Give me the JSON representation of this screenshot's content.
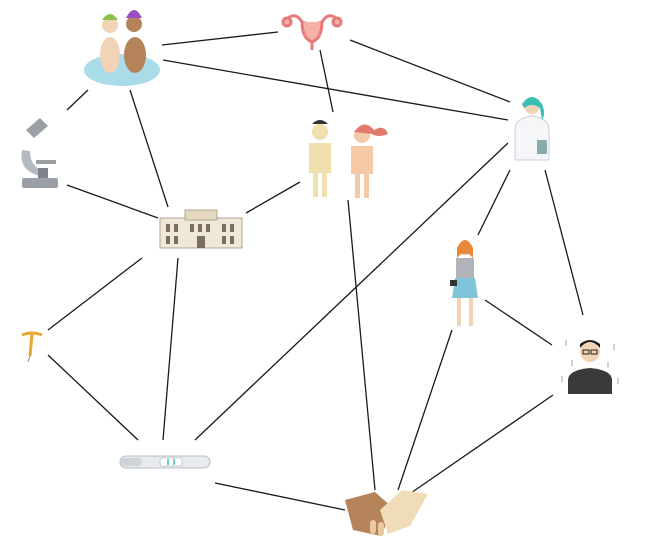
{
  "diagram": {
    "nodes": [
      {
        "id": "couple",
        "icon": "couple-embracing-icon"
      },
      {
        "id": "uterus",
        "icon": "uterus-icon"
      },
      {
        "id": "doctor",
        "icon": "doctor-icon"
      },
      {
        "id": "microscope",
        "icon": "microscope-icon"
      },
      {
        "id": "naked-couple",
        "icon": "naked-couple-icon"
      },
      {
        "id": "building",
        "icon": "institution-building-icon"
      },
      {
        "id": "woman",
        "icon": "woman-icon"
      },
      {
        "id": "iud",
        "icon": "iud-icon"
      },
      {
        "id": "sad-man",
        "icon": "sad-man-icon"
      },
      {
        "id": "pregnancy-test",
        "icon": "pregnancy-test-icon"
      },
      {
        "id": "handshake",
        "icon": "handshake-icon"
      }
    ],
    "edges": [
      [
        "couple",
        "uterus"
      ],
      [
        "couple",
        "doctor"
      ],
      [
        "uterus",
        "doctor"
      ],
      [
        "uterus",
        "naked-couple"
      ],
      [
        "couple",
        "microscope"
      ],
      [
        "couple",
        "building"
      ],
      [
        "microscope",
        "building"
      ],
      [
        "building",
        "naked-couple"
      ],
      [
        "building",
        "iud"
      ],
      [
        "building",
        "pregnancy-test"
      ],
      [
        "naked-couple",
        "handshake"
      ],
      [
        "doctor",
        "pregnancy-test"
      ],
      [
        "doctor",
        "woman"
      ],
      [
        "doctor",
        "sad-man"
      ],
      [
        "woman",
        "sad-man"
      ],
      [
        "woman",
        "handshake"
      ],
      [
        "sad-man",
        "handshake"
      ],
      [
        "iud",
        "pregnancy-test"
      ],
      [
        "pregnancy-test",
        "handshake"
      ]
    ],
    "colors": {
      "line": "#1a1a1a",
      "skin": "#f3d3b5",
      "teal": "#3cbfb0",
      "uterus": "#e87a7a",
      "water": "#a9dbe8"
    }
  }
}
